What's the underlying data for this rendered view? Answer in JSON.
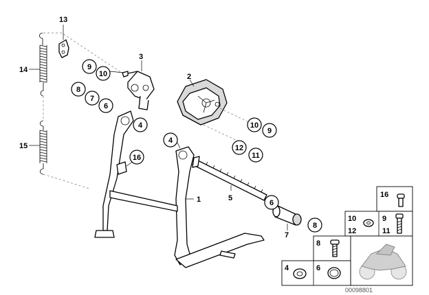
{
  "callouts": [
    "13",
    "3",
    "2",
    "14",
    "15",
    "1",
    "5",
    "7",
    "9",
    "10",
    "8",
    "7",
    "6",
    "4",
    "10",
    "9",
    "4",
    "12",
    "11",
    "16",
    "6",
    "8"
  ],
  "legend": {
    "cell_16": "16",
    "cell_10": "10",
    "cell_12": "12",
    "cell_9": "9",
    "cell_11": "11",
    "cell_8": "8",
    "cell_4": "4",
    "cell_6": "6"
  },
  "reference_number": "00098801"
}
